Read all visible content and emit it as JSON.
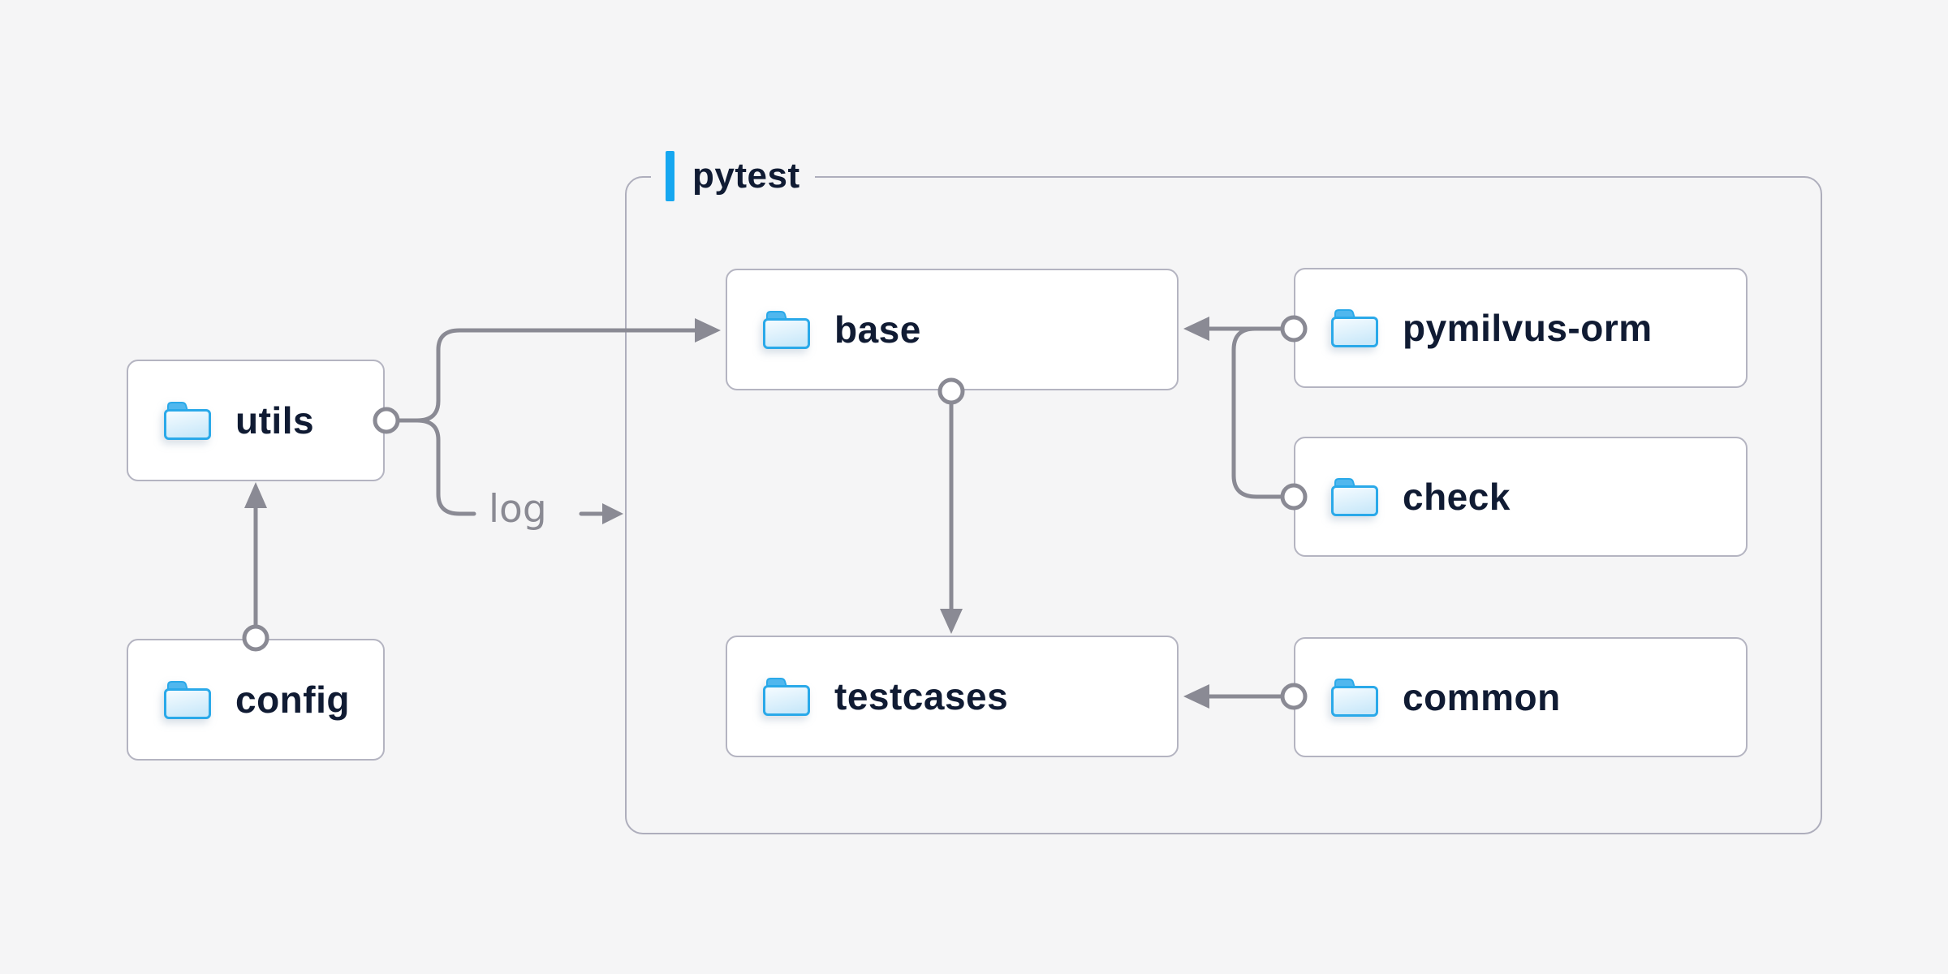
{
  "diagram": {
    "container": {
      "label": "pytest",
      "accent_color": "#16a7f0"
    },
    "nodes": {
      "utils": {
        "label": "utils",
        "icon": "folder-icon"
      },
      "config": {
        "label": "config",
        "icon": "folder-icon"
      },
      "base": {
        "label": "base",
        "icon": "folder-icon"
      },
      "pymilvus_orm": {
        "label": "pymilvus-orm",
        "icon": "folder-icon"
      },
      "check": {
        "label": "check",
        "icon": "folder-icon"
      },
      "testcases": {
        "label": "testcases",
        "icon": "folder-icon"
      },
      "common": {
        "label": "common",
        "icon": "folder-icon"
      }
    },
    "edge_labels": {
      "log": "log"
    },
    "edges": [
      {
        "from": "config",
        "to": "utils",
        "marker": "arrow"
      },
      {
        "from": "utils",
        "to": "base",
        "marker": "arrow"
      },
      {
        "from": "utils",
        "to": "log",
        "marker": "arrow"
      },
      {
        "from": "base",
        "to": "testcases",
        "marker": "arrow"
      },
      {
        "from": "pymilvus-orm",
        "to": "base",
        "marker": "arrow"
      },
      {
        "from": "check",
        "to": "base",
        "marker": "arrow"
      },
      {
        "from": "common",
        "to": "testcases",
        "marker": "arrow"
      }
    ],
    "colors": {
      "background": "#f5f5f6",
      "line": "#8a8a94",
      "box_border": "#b4b4c1",
      "box_fill": "#ffffff",
      "text": "#101b33",
      "edge_label_gray": "#8a8a93",
      "accent_blue": "#16a7f0",
      "folder_stroke": "#2aa9e9",
      "folder_tab": "#50b7ee",
      "folder_body_light": "#f7fcff",
      "folder_body_dark": "#cbe9fa"
    }
  }
}
